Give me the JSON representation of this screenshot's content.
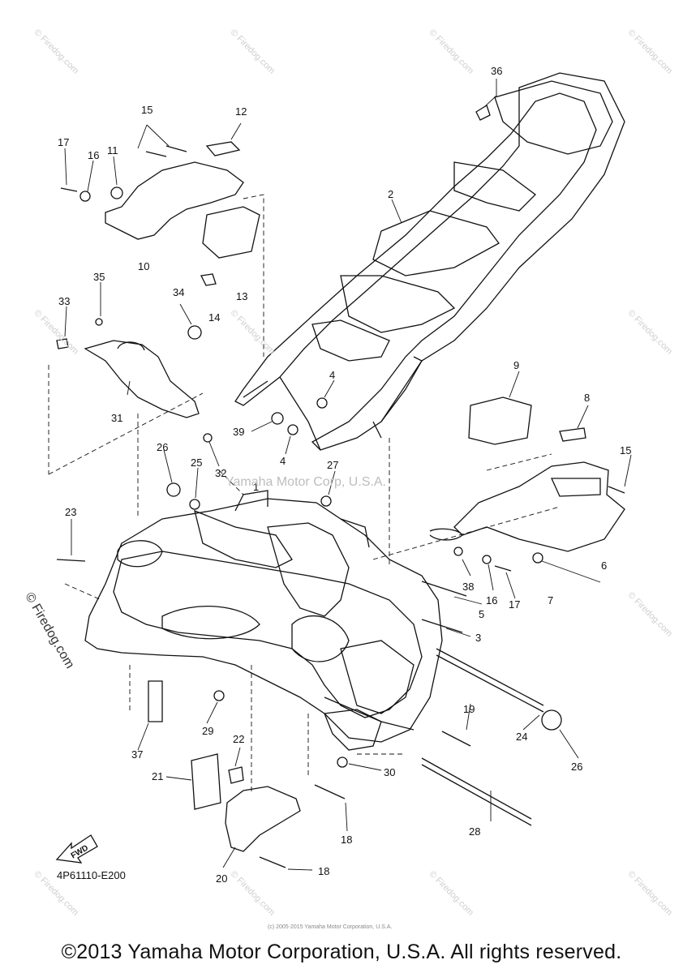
{
  "parts": {
    "p2": "2",
    "p3": "3",
    "p4a": "4",
    "p4b": "4",
    "p5": "5",
    "p6": "6",
    "p7": "7",
    "p8": "8",
    "p9": "9",
    "p10": "10",
    "p11": "11",
    "p12": "12",
    "p13": "13",
    "p14": "14",
    "p15a": "15",
    "p15b": "15",
    "p16a": "16",
    "p16b": "16",
    "p17a": "17",
    "p17b": "17",
    "p18a": "18",
    "p18b": "18",
    "p19": "19",
    "p20": "20",
    "p21": "21",
    "p22": "22",
    "p23": "23",
    "p24": "24",
    "p25": "25",
    "p26a": "26",
    "p26b": "26",
    "p27": "27",
    "p28": "28",
    "p29": "29",
    "p30": "30",
    "p31": "31",
    "p32": "32",
    "p33": "33",
    "p34": "34",
    "p35": "35",
    "p36": "36",
    "p37": "37",
    "p38": "38",
    "p39": "39",
    "p1": "1"
  },
  "fwd_label": "FWD",
  "diagram_code": "4P61110-E200",
  "center_watermark": "Yamaha Motor Corp, U.S.A.",
  "side_watermark": "© Firedog.com",
  "corner_watermark": "© Firedog.com",
  "tiny_text": "(c) 2005-2015 Yamaha Motor Corporation, U.S.A.",
  "copyright": "©2013 Yamaha Motor Corporation, U.S.A. All rights reserved."
}
